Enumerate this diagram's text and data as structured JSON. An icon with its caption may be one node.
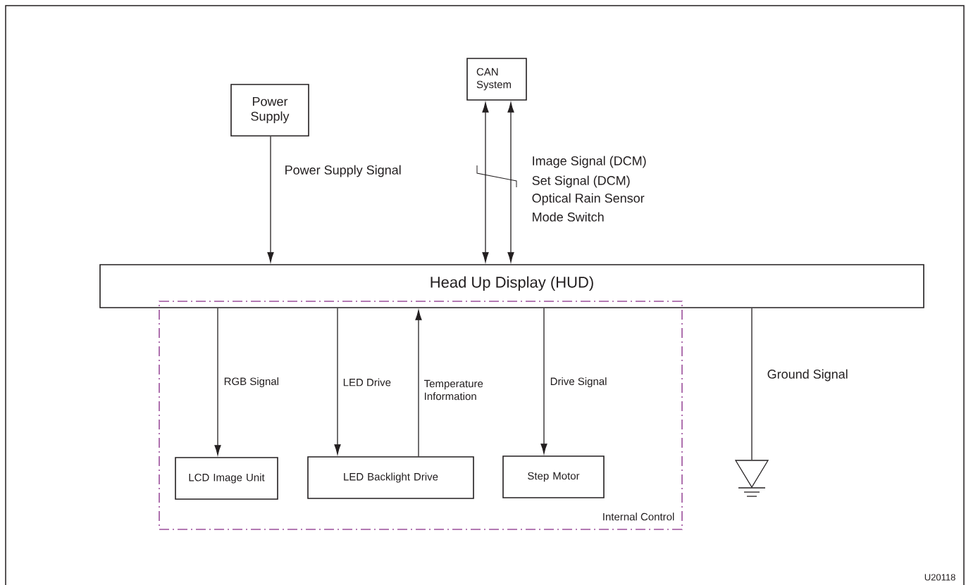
{
  "diagram": {
    "nodes": [
      {
        "text": [
          "Power Supply"
        ]
      },
      {
        "text": [
          "CAN System"
        ]
      },
      {
        "text": [
          "Head Up Display (HUD)"
        ]
      },
      {
        "text": [
          "Internal Control"
        ]
      },
      {
        "text": [
          "LCD Image Unit"
        ],
        "in": 3
      },
      {
        "text": [
          "LED Backlight Drive"
        ],
        "in": 3
      },
      {
        "text": [
          "Step Motor"
        ],
        "in": 3
      },
      {
        "text": [],
        "shape": "ground"
      }
    ],
    "edges": [
      {
        "from": 0,
        "to": 2,
        "arrow": "to",
        "label": "Power Supply Signal"
      },
      {
        "from": 2,
        "to": 1,
        "arrow": "both"
      },
      {
        "from": 2,
        "to": 1,
        "arrow": "both"
      },
      {
        "from": 2,
        "to": 4,
        "arrow": "to",
        "label": "RGB Signal"
      },
      {
        "from": 2,
        "to": 5,
        "arrow": "to",
        "label": "LED Drive"
      },
      {
        "from": 5,
        "to": 2,
        "arrow": "to",
        "label": "Temperature Information"
      },
      {
        "from": 2,
        "to": 6,
        "arrow": "to",
        "label": "Drive Signal"
      },
      {
        "from": 2,
        "to": 7,
        "arrow": "none",
        "label": "Ground Signal"
      }
    ],
    "labels": [
      "Image Signal (DCM)",
      "Set Signal (DCM)",
      "Optical Rain Sensor",
      "Mode Switch",
      "U20118"
    ]
  }
}
